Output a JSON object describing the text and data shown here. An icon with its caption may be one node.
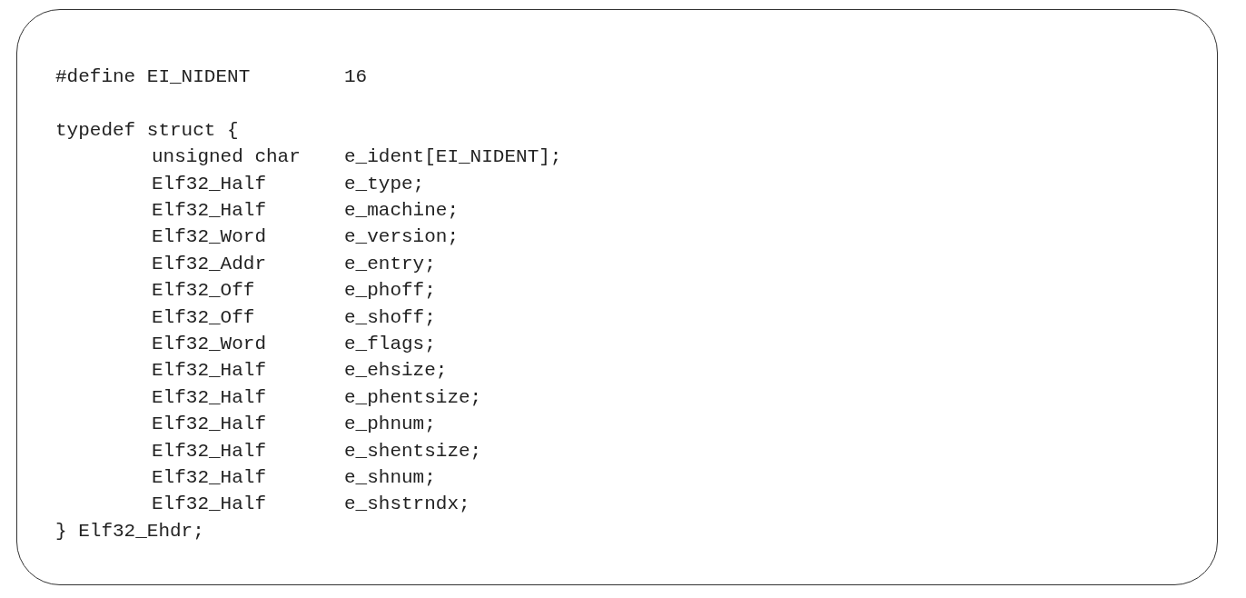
{
  "diagram": {
    "nodes": [
      {
        "text": [
          "#define EI_NIDENT",
          "16",
          "typedef struct {",
          "unsigned char",
          "e_ident[EI_NIDENT];",
          "Elf32_Half",
          "e_type;",
          "Elf32_Half",
          "e_machine;",
          "Elf32_Word",
          "e_version;",
          "Elf32_Addr",
          "e_entry;",
          "Elf32_Off",
          "e_phoff;",
          "Elf32_Off",
          "e_shoff;",
          "Elf32_Word",
          "e_flags;",
          "Elf32_Half",
          "e_ehsize;",
          "Elf32_Half",
          "e_phentsize;",
          "Elf32_Half",
          "e_phnum;",
          "Elf32_Half",
          "e_shentsize;",
          "Elf32_Half",
          "e_shnum;",
          "Elf32_Half",
          "e_shstrndx;",
          "} Elf32_Ehdr;"
        ]
      }
    ]
  }
}
